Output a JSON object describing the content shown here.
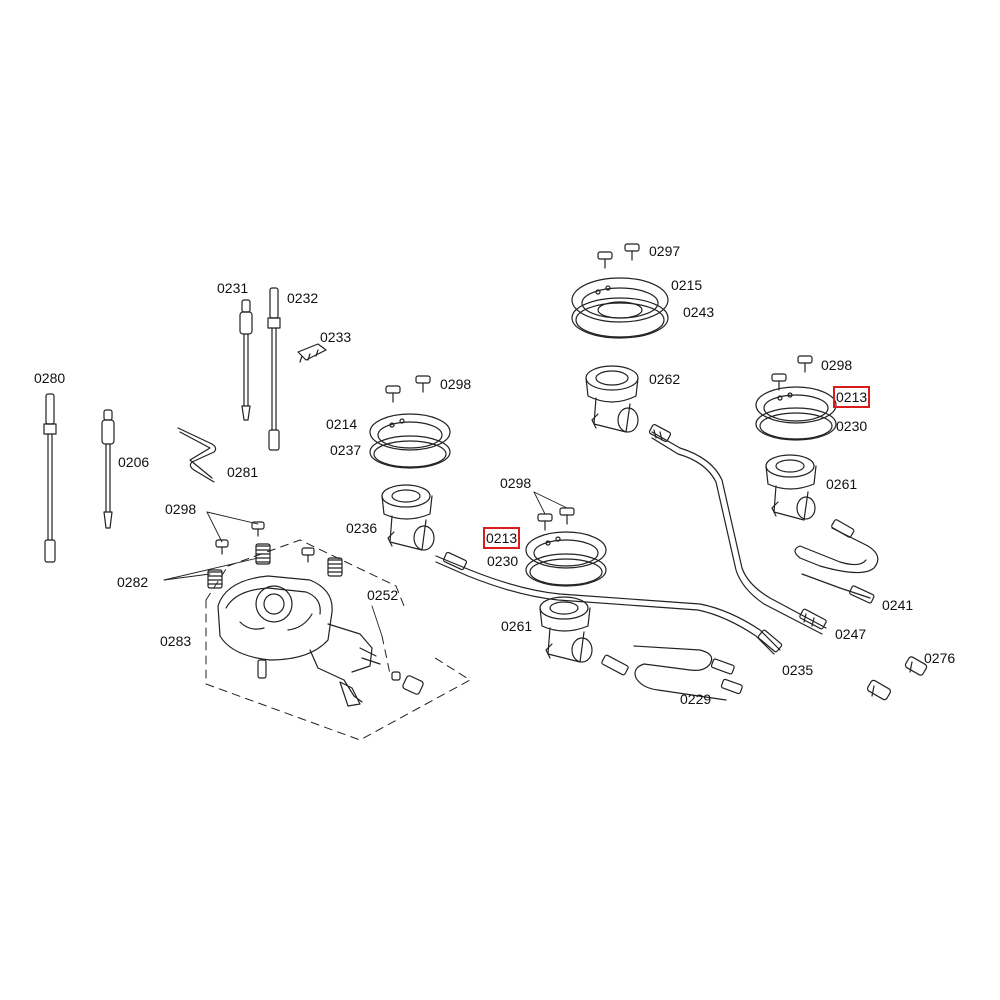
{
  "colors": {
    "ink": "#222222",
    "highlight": "#d91c1c",
    "background": "#ffffff"
  },
  "labels": {
    "p0297": "0297",
    "p0215": "0215",
    "p0243": "0243",
    "p0262": "0262",
    "p0298_right": "0298",
    "p0213_right": "0213",
    "p0230_right": "0230",
    "p0261_right": "0261",
    "p0241": "0241",
    "p0247": "0247",
    "p0276": "0276",
    "p0231": "0231",
    "p0232": "0232",
    "p0233": "0233",
    "p0298_upper": "0298",
    "p0214": "0214",
    "p0237": "0237",
    "p0236": "0236",
    "p0280": "0280",
    "p0206": "0206",
    "p0281": "0281",
    "p0298_center": "0298",
    "p0213_center": "0213",
    "p0230_center": "0230",
    "p0261_center": "0261",
    "p0235": "0235",
    "p0229": "0229",
    "p0298_left": "0298",
    "p0282": "0282",
    "p0283": "0283",
    "p0252": "0252"
  },
  "highlighted": [
    "p0213_right",
    "p0213_center"
  ]
}
